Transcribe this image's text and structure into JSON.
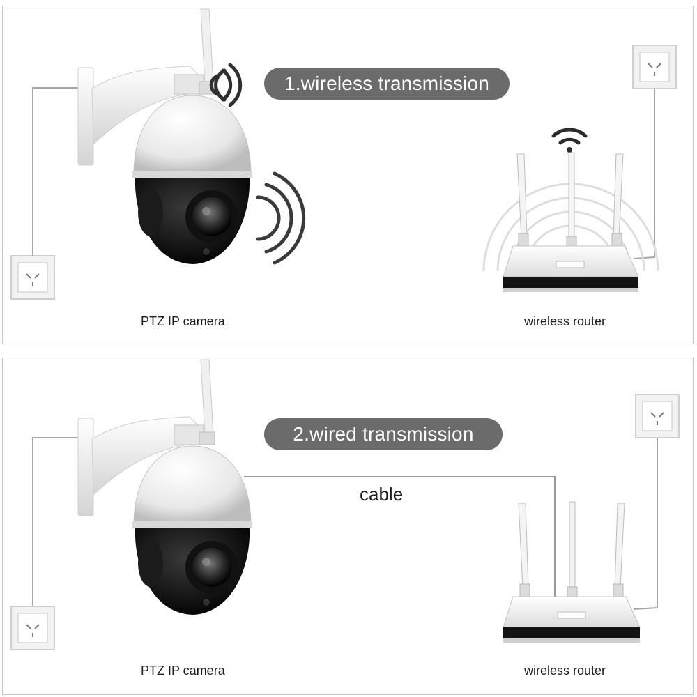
{
  "panels": [
    {
      "title": "1.wireless transmission",
      "camera_label": "PTZ IP camera",
      "router_label": "wireless router"
    },
    {
      "title": "2.wired transmission",
      "camera_label": "PTZ IP camera",
      "router_label": "wireless router",
      "cable_label": "cable"
    }
  ],
  "colors": {
    "pill": "#6b6b6b",
    "border": "#c8c8c8",
    "wire": "#9a9a9a",
    "signal": "#333333"
  },
  "icons": [
    "wifi-signal-icon",
    "power-outlet-icon",
    "antenna-icon"
  ]
}
